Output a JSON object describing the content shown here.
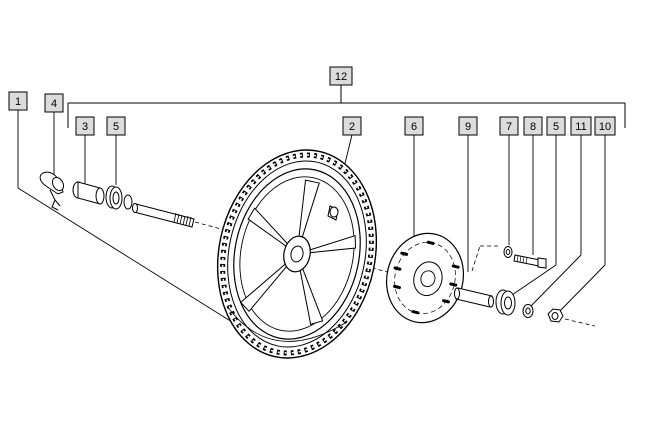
{
  "callouts": [
    {
      "id": "c1",
      "label": "1"
    },
    {
      "id": "c4",
      "label": "4"
    },
    {
      "id": "c3",
      "label": "3"
    },
    {
      "id": "c5a",
      "label": "5"
    },
    {
      "id": "c12",
      "label": "12"
    },
    {
      "id": "c2",
      "label": "2"
    },
    {
      "id": "c6",
      "label": "6"
    },
    {
      "id": "c9",
      "label": "9"
    },
    {
      "id": "c7",
      "label": "7"
    },
    {
      "id": "c8",
      "label": "8"
    },
    {
      "id": "c5b",
      "label": "5"
    },
    {
      "id": "c11",
      "label": "11"
    },
    {
      "id": "c10",
      "label": "10"
    }
  ],
  "colors": {
    "line": "#000000",
    "box_fill": "#dcdcdc",
    "background": "#ffffff"
  }
}
